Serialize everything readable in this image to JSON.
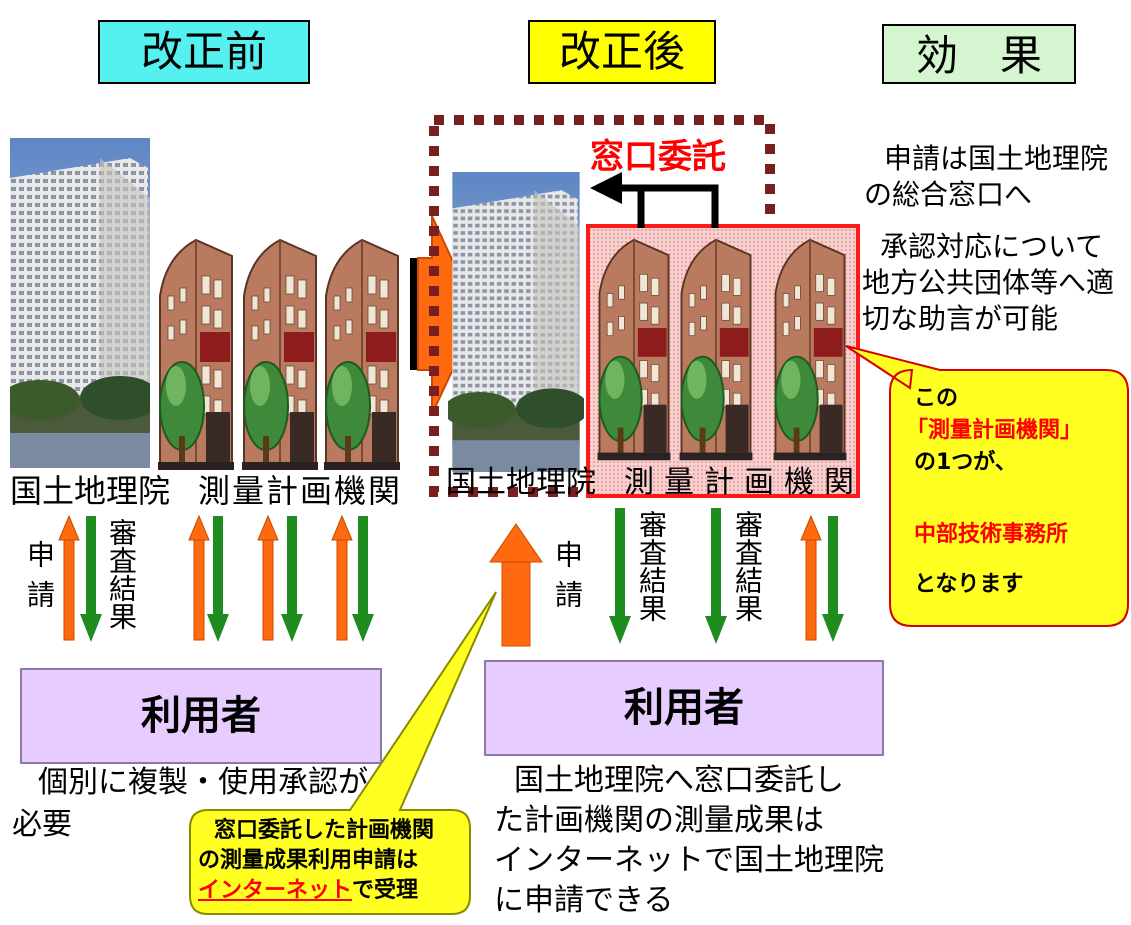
{
  "headers": {
    "before": "改正前",
    "after": "改正後",
    "effect": "効　果"
  },
  "colors": {
    "before_bg": "#55f0f0",
    "after_bg": "#ffff00",
    "effect_bg": "#d4f5cf",
    "user_bg": "#e6ccff",
    "arrow_orange": "#ff6a10",
    "arrow_green": "#1f8c1f",
    "callout_bg": "#ffff22",
    "red": "#ff0000",
    "dot_border": "#7a1f1f"
  },
  "before": {
    "gsi_label": "国土地理院",
    "agency_label": "測量計画機関",
    "apply_label": "申請",
    "review_label": "審査結果",
    "user_label": "利用者",
    "note": [
      "個別に複製・使用承認が",
      "必要"
    ]
  },
  "after": {
    "delegation_label": "窓口委託",
    "gsi_label": "国土地理院",
    "agency_label": "測量計画機関",
    "apply_label": "申請",
    "review_label": "審査結果",
    "user_label": "利用者",
    "note": [
      "国土地理院へ窓口委託し",
      "た計画機関の測量成果は",
      "インターネットで国土地理院",
      "に申請できる"
    ]
  },
  "effect": {
    "text1": [
      "申請は国土地理院",
      "の総合窓口へ"
    ],
    "text2": [
      "承認対応について",
      "地方公共団体等へ適",
      "切な助言が可能"
    ]
  },
  "callout_right": {
    "line1": "この",
    "line2": "「測量計画機関」",
    "line3": "の1つが、",
    "line4": "中部技術事務所",
    "line5": "となります"
  },
  "callout_left": {
    "line1": "窓口委託した計画機関",
    "line2": "の測量成果利用申請は",
    "line3_link": "インターネット",
    "line3_rest": "で受理"
  },
  "icons": [
    "gsi-building-photo-icon",
    "office-building-icon",
    "arrow-right-icon",
    "arrow-up-icon",
    "arrow-down-icon"
  ]
}
